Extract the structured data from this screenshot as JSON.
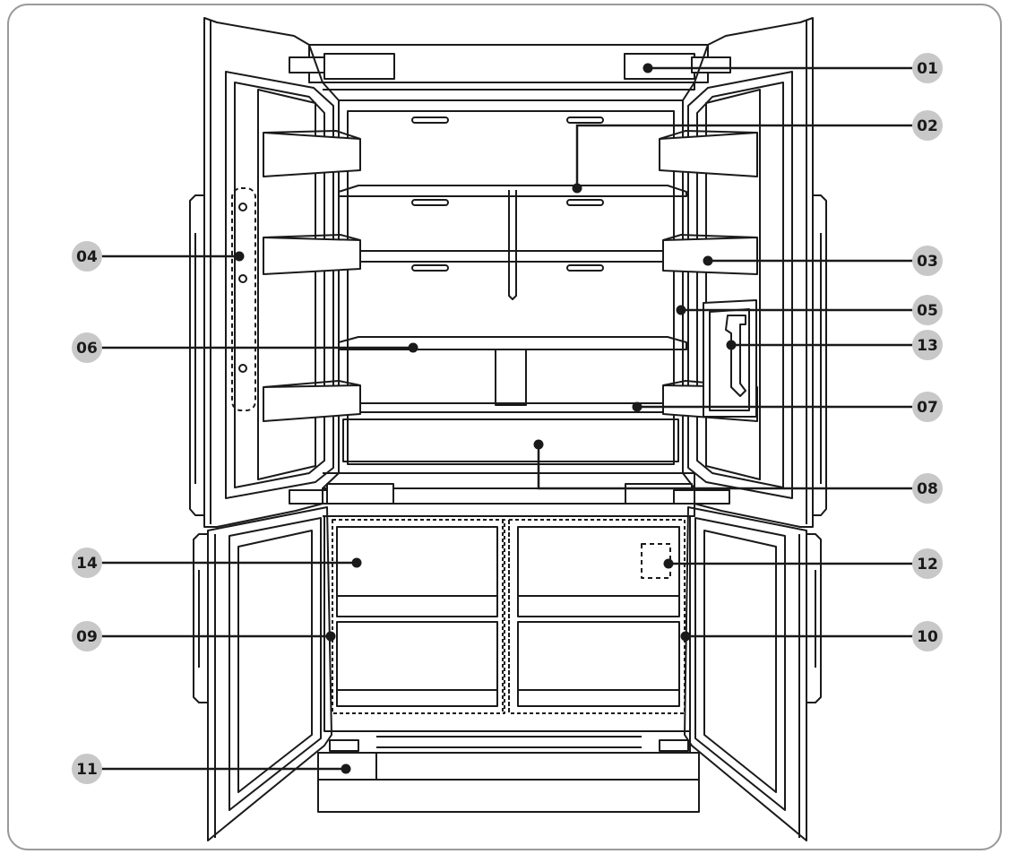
{
  "diagram": {
    "callouts": [
      {
        "id": "01",
        "label": "01"
      },
      {
        "id": "02",
        "label": "02"
      },
      {
        "id": "03",
        "label": "03"
      },
      {
        "id": "04",
        "label": "04"
      },
      {
        "id": "05",
        "label": "05"
      },
      {
        "id": "06",
        "label": "06"
      },
      {
        "id": "07",
        "label": "07"
      },
      {
        "id": "08",
        "label": "08"
      },
      {
        "id": "09",
        "label": "09"
      },
      {
        "id": "10",
        "label": "10"
      },
      {
        "id": "11",
        "label": "11"
      },
      {
        "id": "12",
        "label": "12"
      },
      {
        "id": "13",
        "label": "13"
      },
      {
        "id": "14",
        "label": "14"
      }
    ],
    "colors": {
      "line": "#1a1a1a",
      "badge_fill": "#c8c8c8",
      "frame": "#9a9a9a",
      "background": "#ffffff"
    }
  }
}
